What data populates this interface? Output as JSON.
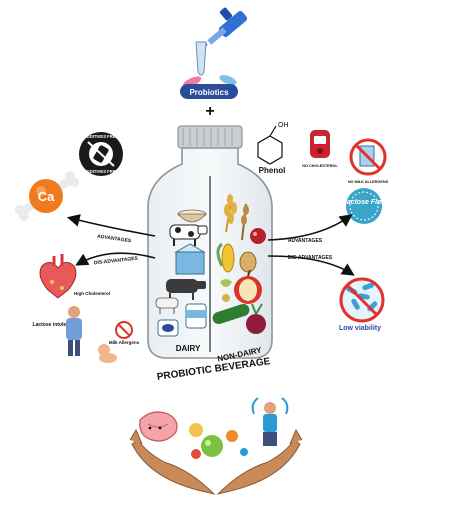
{
  "top": {
    "probiotics_label": "Probiotics",
    "plus_sign": "+"
  },
  "bottle": {
    "dairy_label": "DAIRY",
    "nondairy_label": "NON-DAIRY",
    "title": "PROBIOTIC BEVERAGE"
  },
  "left": {
    "additives_free_top": "ADDITIVES FREE",
    "additives_free_bottom": "ADDITIVES FREE",
    "calcium_symbol": "Ca",
    "advantages_label": "ADVANTAGES",
    "disadvantages_label": "DIS-ADVANTAGES",
    "high_cholesterol": "High Cholesterol",
    "lactose_intolerance": "Lactose intolerance",
    "milk_allergens": "Milk Allergens"
  },
  "right": {
    "phenol_label": "Phenol",
    "no_cholesterol": "NO CHOLESTEROL",
    "no_milk_allergens": "NO MILK ALLERGENS",
    "lactose_free": "Lactose Free",
    "advantages_label": "ADVANTAGES",
    "disadvantages_label": "DIS-ADVANTAGES",
    "low_viability": "Low viability"
  },
  "colors": {
    "pipette_blue": "#2f6fd6",
    "probiotics_pill": "#2b4c9a",
    "calcium_orange": "#f07a1f",
    "lactose_teal": "#39a6c9",
    "viability_blue": "#3aa0d8",
    "no_red": "#e0312b",
    "hand_tan": "#c98a5a"
  }
}
